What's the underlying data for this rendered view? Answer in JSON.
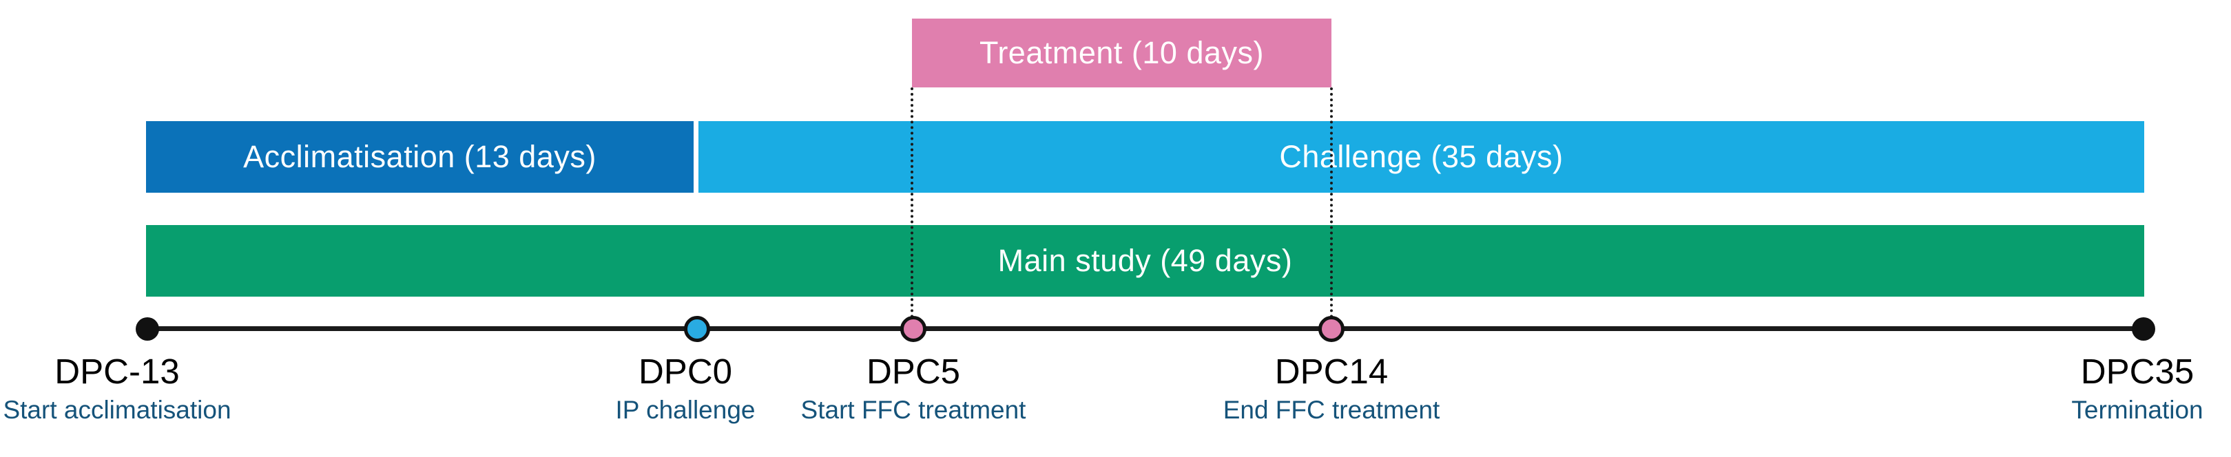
{
  "bars": {
    "treatment": {
      "label": "Treatment (10 days)"
    },
    "acclimatisation": {
      "label": "Acclimatisation (13 days)"
    },
    "challenge": {
      "label": "Challenge (35 days)"
    },
    "main_study": {
      "label": "Main study (49 days)"
    }
  },
  "timeline": {
    "points": [
      {
        "label": "DPC-13",
        "sublabel": "Start acclimatisation",
        "marker_color": "#111111"
      },
      {
        "label": "DPC0",
        "sublabel": "IP challenge",
        "marker_color": "#29ABE2"
      },
      {
        "label": "DPC5",
        "sublabel": "Start FFC treatment",
        "marker_color": "#E07FAE"
      },
      {
        "label": "DPC14",
        "sublabel": "End FFC treatment",
        "marker_color": "#E07FAE"
      },
      {
        "label": "DPC35",
        "sublabel": "Termination",
        "marker_color": "#111111"
      }
    ]
  },
  "colors": {
    "treatment_pink": "#E07FAE",
    "acclimatisation_blue": "#0B72B9",
    "challenge_light_blue": "#1AACE3",
    "main_study_green": "#089E6E",
    "axis_black": "#1a1a1a",
    "sublabel_teal": "#15537A",
    "bar_text_white": "#ffffff"
  }
}
